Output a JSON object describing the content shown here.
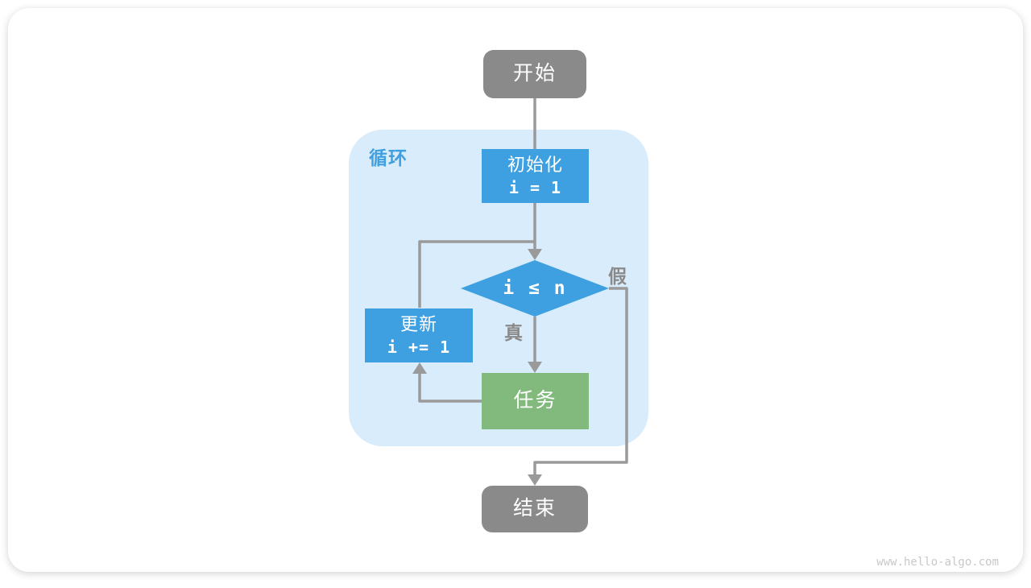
{
  "flowchart": {
    "loop_label": "循环",
    "nodes": {
      "start": {
        "label": "开始"
      },
      "init": {
        "line1": "初始化",
        "line2": "i = 1"
      },
      "condition": {
        "label": "i ≤ n"
      },
      "update": {
        "line1": "更新",
        "line2": "i += 1"
      },
      "task": {
        "label": "任务"
      },
      "end": {
        "label": "结束"
      }
    },
    "branches": {
      "true_label": "真",
      "false_label": "假"
    },
    "colors": {
      "process_blue": "#3ea0e1",
      "task_green": "#82ba7d",
      "terminal_gray": "#8a8a8a",
      "loop_container_blue": "#d9ecfb",
      "connector_gray": "#9a9a9a"
    }
  },
  "page": {
    "watermark": "www.hello-algo.com"
  }
}
